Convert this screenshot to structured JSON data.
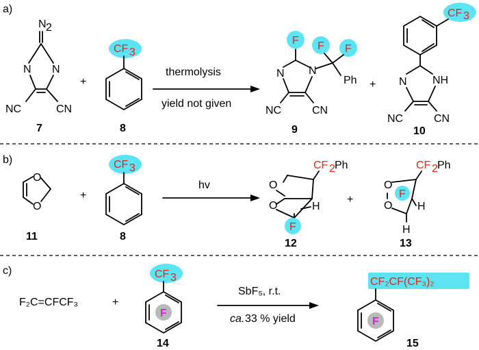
{
  "panels": [
    {
      "label": "a)",
      "reagents": {
        "c7": "7",
        "c8": "8"
      },
      "arrow_top": "thermolysis",
      "arrow_bottom": "yield not given",
      "products": {
        "c9": "9",
        "c10": "10"
      },
      "atoms": {
        "n2": "N",
        "n2sub": "2",
        "cf3": "CF",
        "cf3sub": "3",
        "f": "F",
        "ph": "Ph",
        "nh": "NH",
        "n": "N",
        "nc": "NC",
        "cn": "CN"
      }
    },
    {
      "label": "b)",
      "reagents": {
        "c11": "11",
        "c8": "8"
      },
      "arrow_top": "hv",
      "products": {
        "c12": "12",
        "c13": "13"
      },
      "atoms": {
        "o": "O",
        "h": "H",
        "f": "F",
        "cf2": "CF",
        "cf2sub": "2",
        "ph": "Ph"
      }
    },
    {
      "label": "c)",
      "alkene": "F₂C=CFCF₃",
      "reagent_14": "14",
      "arrow_top": "SbF₅, r.t.",
      "arrow_bottom_ca": "ca.",
      "arrow_bottom_rest": " 33 % yield",
      "product_label": "CF₂CF(CF₃)₂",
      "product_15": "15",
      "ring_f": "F"
    }
  ],
  "plus": "+",
  "colors": {
    "highlight": "#5ee3f3",
    "red": "#e8231a",
    "magenta": "#e020e0",
    "gray_ball": "#b9b9b9"
  }
}
